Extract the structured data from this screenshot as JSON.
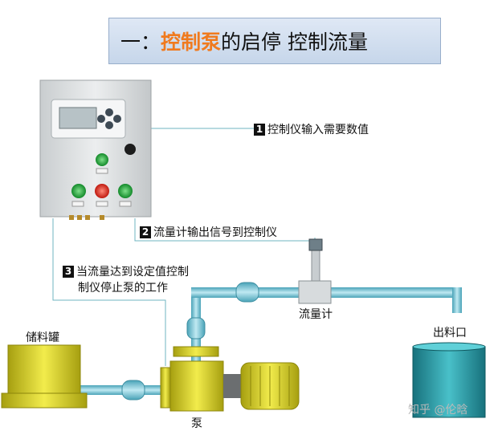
{
  "title": {
    "prefix": "一：",
    "highlight": "控制泵",
    "suffix": "的启停  控制流量"
  },
  "annotations": [
    {
      "num": "1",
      "text": "控制仪输入需要数值"
    },
    {
      "num": "2",
      "text": "流量计输出信号到控制仪"
    },
    {
      "num": "3",
      "text": "当流量达到设定值控制",
      "text2": "制仪停止泵的工作"
    }
  ],
  "labels": {
    "tank": "储料罐",
    "pump": "泵",
    "flowmeter": "流量计",
    "outlet": "出料口"
  },
  "watermark": "知乎 @伦晗",
  "colors": {
    "pipe": "#7fc4d4",
    "wire": "#5aa9b8",
    "tank": "#e2dc3e",
    "outlet": "#2fa3ad",
    "title_highlight": "#f07a1e"
  }
}
